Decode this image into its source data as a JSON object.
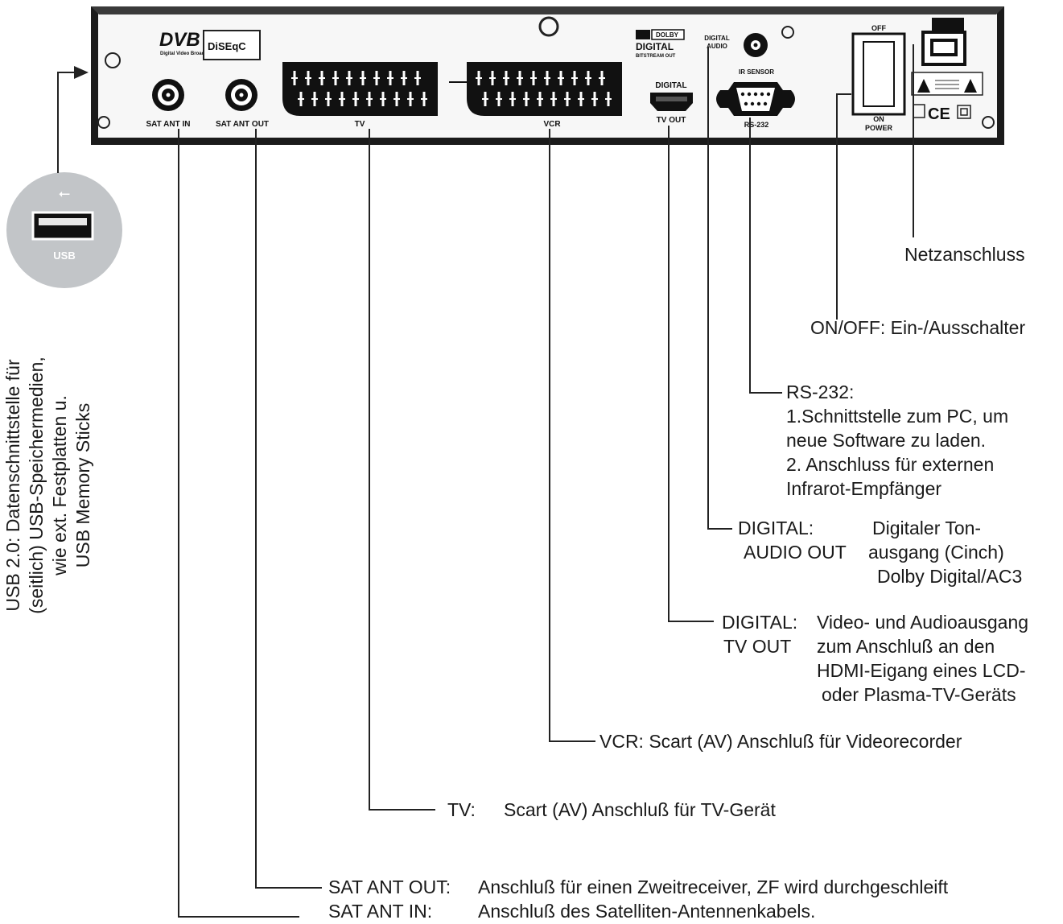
{
  "panel": {
    "logos": {
      "dvb": "DVB",
      "dvb_sub": "Digital Video Broadcasting",
      "diseqc": "DiSEqC",
      "dolby_brand": "DOLBY",
      "dolby_digital": "DIGITAL",
      "dolby_sub": "BITSTREAM OUT"
    },
    "ports": {
      "sat_in": "SAT ANT IN",
      "sat_out": "SAT ANT OUT",
      "tv": "TV",
      "vcr": "VCR",
      "hdmi_top": "DIGITAL",
      "hdmi_bottom": "TV OUT",
      "audio_top": "DIGITAL",
      "audio_bottom": "AUDIO",
      "ir_sensor": "IR SENSOR",
      "rs232": "RS-232",
      "off": "OFF",
      "on": "ON",
      "power": "POWER",
      "ce": "CE"
    }
  },
  "usb_icon": {
    "label": "USB",
    "symbol": "⭠"
  },
  "annotations": {
    "usb": {
      "line1": "USB 2.0: Datenschnittstelle für",
      "line2": "(seitlich)  USB-Speichermedien,",
      "line3": "wie ext. Festplatten u.",
      "line4": "USB Memory Sticks"
    },
    "netz": "Netzanschluss",
    "onoff": "ON/OFF: Ein-/Ausschalter",
    "rs232": {
      "title": "RS-232:",
      "line1": "1.Schnittstelle zum PC, um",
      "line2": "neue Software zu laden.",
      "line3": "2. Anschluss für externen",
      "line4": "Infrarot-Empfänger"
    },
    "digital_audio": {
      "term1": "DIGITAL:",
      "term2": "AUDIO OUT",
      "desc1": "Digitaler Ton-",
      "desc2": "ausgang (Cinch)",
      "desc3": "Dolby Digital/AC3"
    },
    "digital_tv": {
      "term1": "DIGITAL:",
      "term2": "TV OUT",
      "desc1": "Video- und Audioausgang",
      "desc2": "zum Anschluß an den",
      "desc3": "HDMI-Eigang eines LCD-",
      "desc4": "oder Plasma-TV-Geräts"
    },
    "vcr": "VCR: Scart (AV) Anschluß für Videorecorder",
    "tv": {
      "term": "TV:",
      "desc": "Scart (AV) Anschluß für TV-Gerät"
    },
    "sat_out": {
      "term": "SAT ANT OUT:",
      "desc": "Anschluß für einen Zweitreceiver, ZF wird durchgeschleift"
    },
    "sat_in": {
      "term": "SAT ANT IN:",
      "desc": "Anschluß des Satelliten-Antennenkabels."
    }
  }
}
